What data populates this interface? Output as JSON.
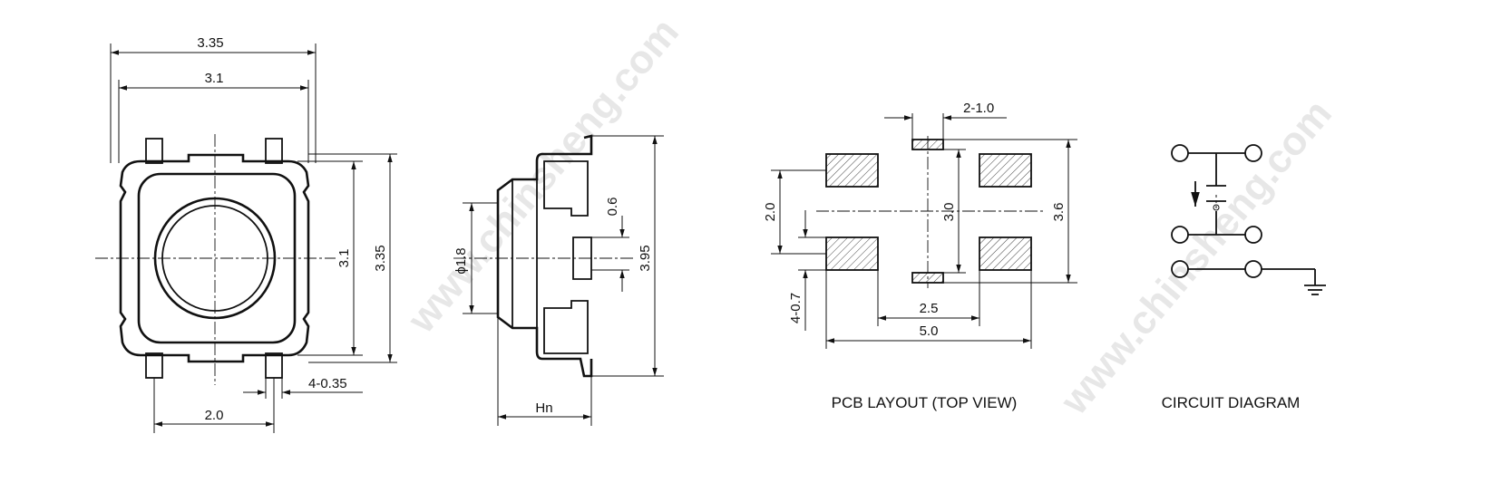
{
  "watermark": "www.chinsheng.com",
  "front_view": {
    "dim_overall_width": "3.35",
    "dim_body_width": "3.1",
    "dim_body_height": "3.1",
    "dim_overall_height": "3.35",
    "dim_pin_spacing": "2.0",
    "dim_pin_width": "4-0.35"
  },
  "side_view": {
    "dim_stem_diameter": "ϕ1.8",
    "dim_terminal": "0.6",
    "dim_total_length": "3.95",
    "dim_height": "Hn"
  },
  "pcb_layout": {
    "caption": "PCB LAYOUT (TOP VIEW)",
    "dim_small_pad": "2-1.0",
    "dim_pad_pitch_v": "2.0",
    "dim_inner_v": "3.0",
    "dim_outer_v": "3.6",
    "dim_pad_width": "4-0.7",
    "dim_inner_h": "2.5",
    "dim_outer_h": "5.0"
  },
  "circuit_diagram": {
    "caption": "CIRCUIT DIAGRAM"
  }
}
